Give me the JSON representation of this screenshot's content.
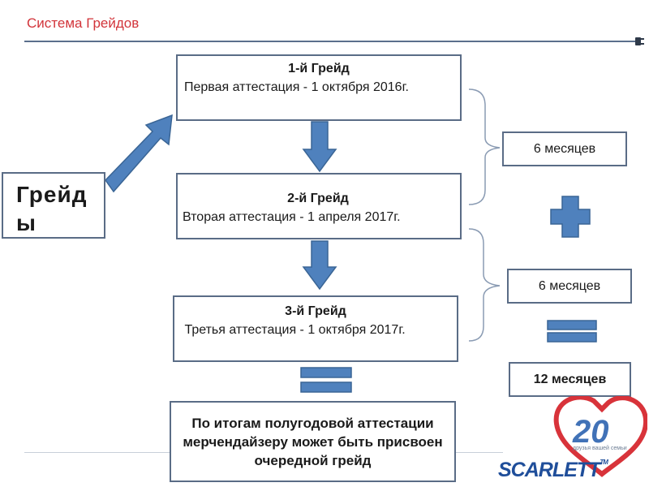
{
  "header": {
    "title": "Система Грейдов"
  },
  "grades_label": "Грейды",
  "grades": [
    {
      "title": "1-й Грейд",
      "text": "Первая аттестация - 1 октября 2016г."
    },
    {
      "title": "2-й Грейд",
      "text": "Вторая аттестация - 1 апреля 2017г."
    },
    {
      "title": "3-й Грейд",
      "text": " Третья аттестация - 1 октября 2017г."
    }
  ],
  "result_text": "По итогам полугодовой аттестации мерчендайзеру может быть присвоен очередной грейд",
  "periods": {
    "first": "6 месяцев",
    "second": "6 месяцев",
    "total": "12 месяцев"
  },
  "logo": {
    "number": "20",
    "tagline": "друзья вашей семьи",
    "brand": "SCARLETT",
    "tm": "TM"
  },
  "colors": {
    "title": "#d2343a",
    "arrow": "#4f81bd",
    "arrow_border": "#3a6595",
    "border": "#5a6c86",
    "logo_blue": "#1f4e9a",
    "logo_red": "#d8333a"
  }
}
